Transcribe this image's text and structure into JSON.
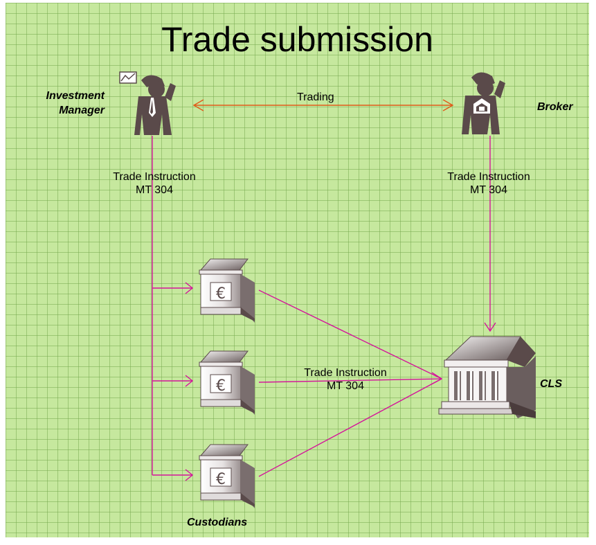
{
  "title": "Trade submission",
  "actors": {
    "investment_manager_line1": "Investment",
    "investment_manager_line2": "Manager",
    "broker": "Broker",
    "cls": "CLS",
    "custodians": "Custodians"
  },
  "flows": {
    "trading": "Trading",
    "im_instruction_line1": "Trade Instruction",
    "im_instruction_line2": "MT 304",
    "broker_instruction_line1": "Trade Instruction",
    "broker_instruction_line2": "MT 304",
    "custodian_instruction_line1": "Trade Instruction",
    "custodian_instruction_line2": "MT 304"
  },
  "icons": {
    "person": "person-on-phone-icon",
    "bank": "bank-building-icon",
    "custodian": "euro-bank-icon"
  },
  "colors": {
    "background": "#c6e89e",
    "grid": "#86b85a",
    "trading_arrow": "#e05a18",
    "instruction_arrow": "#d4149a",
    "icon_dark": "#5a4a4a"
  }
}
